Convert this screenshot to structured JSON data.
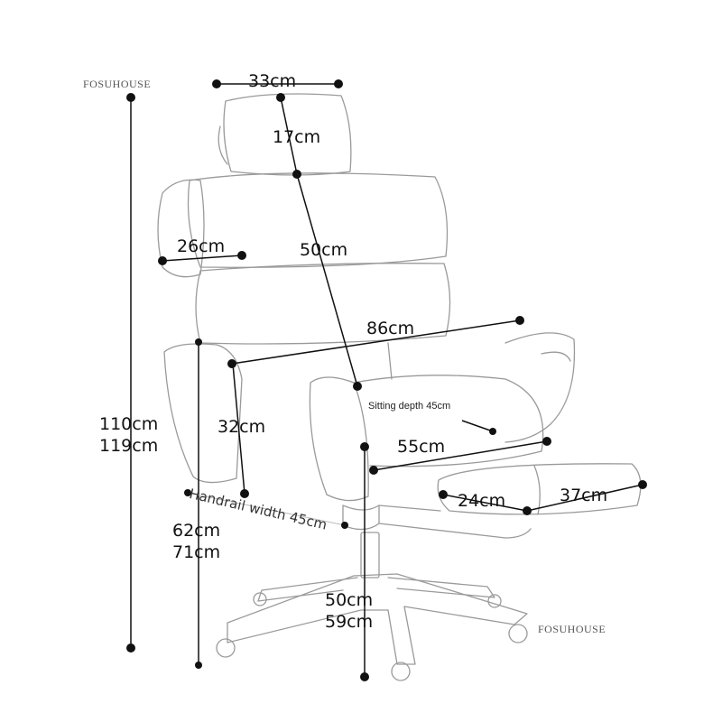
{
  "brand": {
    "top_left": "FOSUHOUSE",
    "bottom_right": "FOSUHOUSE"
  },
  "dimensions": {
    "headrest_width": "33cm",
    "headrest_height": "17cm",
    "backrest_height": "50cm",
    "wing_width": "26cm",
    "diagonal_length": "86cm",
    "armrest_height": "32cm",
    "sitting_depth": "Sitting depth 45cm",
    "seat_width": "55cm",
    "handrail_width": "Handrail width 45cm",
    "footrest_depth": "24cm",
    "footrest_width": "37cm",
    "total_height_min": "110cm",
    "total_height_max": "119cm",
    "seat_height_min": "62cm",
    "seat_height_max": "71cm",
    "base_height_min": "50cm",
    "base_height_max": "59cm"
  },
  "colors": {
    "outline": "#9a9a9a",
    "dimension_line": "#111111",
    "background": "#ffffff"
  }
}
